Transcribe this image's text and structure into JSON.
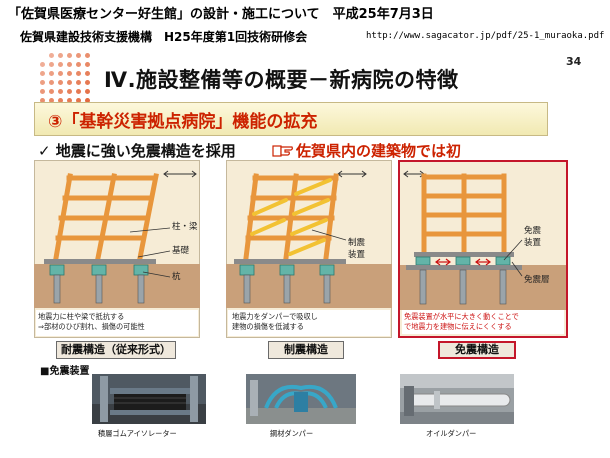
{
  "header": {
    "line1": "「佐賀県医療センター好生館」の設計・施工について　平成25年7月3日",
    "line2": "佐賀県建設技術支援機構　H25年度第1回技術研修会",
    "url": "http://www.sagacator.jp/pdf/25-1_muraoka.pdf"
  },
  "page_number": "34",
  "slide": {
    "title": "Ⅳ.施設整備等の概要－新病院の特徴",
    "subtitle": "③「基幹災害拠点病院」機能の拡充",
    "check": "✓ 地震に強い免震構造を採用",
    "note_icon": "pointing-hand-icon",
    "note": "佐賀県内の建築物では初"
  },
  "panels": [
    {
      "title": "耐震構造（従来形式）",
      "labels": [
        "柱・梁",
        "基礎",
        "杭"
      ],
      "caption": [
        "地震力に柱や梁で抵抗する",
        "⇒部材のひび割れ、損傷の可能性"
      ]
    },
    {
      "title": "制震構造",
      "labels": [
        "制震",
        "装置"
      ],
      "caption": [
        "地震力をダンパーで吸収し",
        "建物の損傷を低減する"
      ]
    },
    {
      "title": "免震構造",
      "labels": [
        "免震",
        "装置",
        "免震層"
      ],
      "caption": [
        "免震装置が水平に大きく動くことで",
        "で地震力を建物に伝えにくくする"
      ]
    }
  ],
  "devices": {
    "heading": "■免震装置",
    "items": [
      "積層ゴムアイソレーター",
      "鋼材ダンパー",
      "オイルダンパー"
    ]
  },
  "colors": {
    "accent_red": "#cc2200",
    "frame_orange": "#e8963c",
    "highlight_border": "#c4162a",
    "panel_bg": "#f6ecd6"
  }
}
